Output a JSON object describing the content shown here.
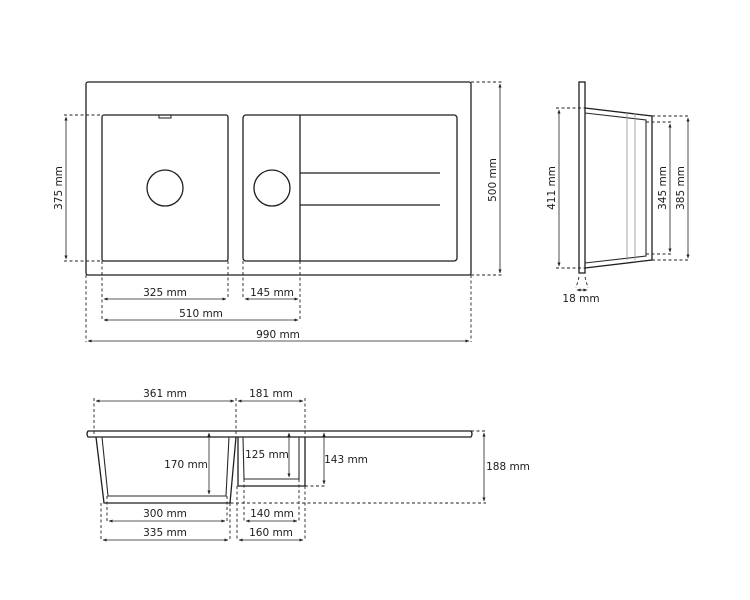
{
  "drawing": {
    "subject": "double bowl sink with drainer",
    "unit": "mm",
    "top_view": {
      "overall_width": "990 mm",
      "overall_depth": "500 mm",
      "main_bowl_width": "325 mm",
      "main_bowl_depth": "375 mm",
      "small_bowl_width": "145 mm",
      "bowls_total_width": "510 mm"
    },
    "side_view": {
      "outer_height": "411 mm",
      "inner_depth_outer": "385 mm",
      "inner_depth_inner": "345 mm",
      "rim_thickness": "18 mm"
    },
    "section_view": {
      "main_bowl_top_width": "361 mm",
      "small_bowl_top_width": "181 mm",
      "main_bowl_depth": "170 mm",
      "small_bowl_inner_depth": "125 mm",
      "small_bowl_outer_depth": "143 mm",
      "overall_height": "188 mm",
      "main_bowl_bottom_inner": "300 mm",
      "main_bowl_bottom_outer": "335 mm",
      "small_bowl_bottom_inner": "140 mm",
      "small_bowl_bottom_outer": "160 mm"
    }
  }
}
